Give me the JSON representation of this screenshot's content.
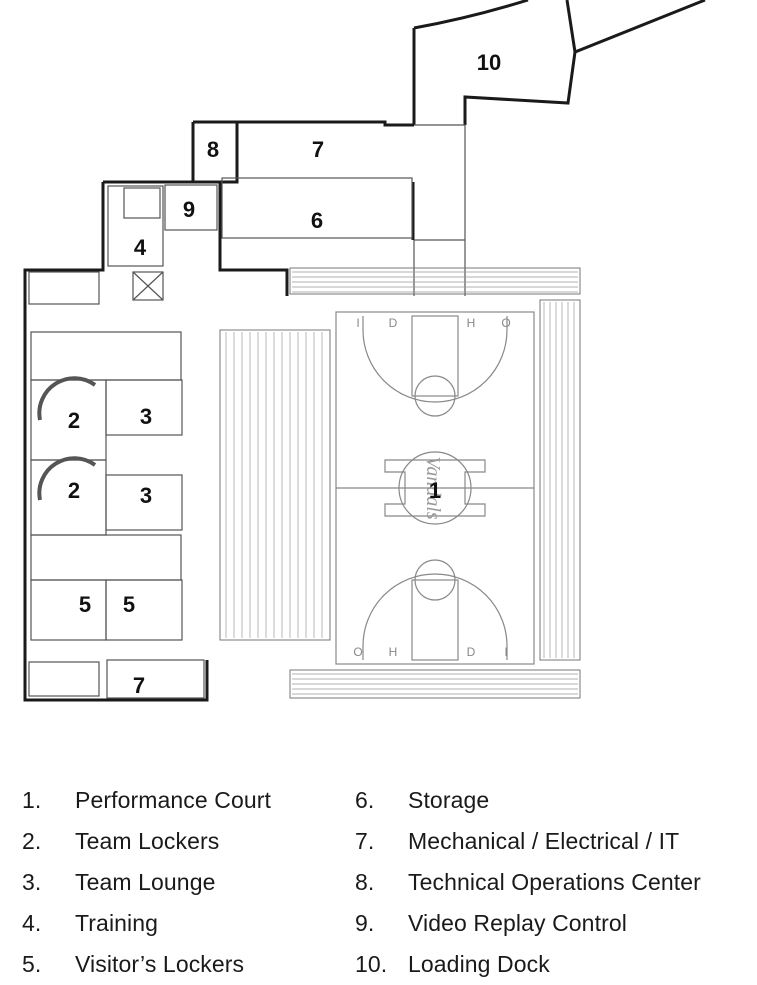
{
  "plan": {
    "room_numbers": [
      "1",
      "2",
      "2",
      "3",
      "3",
      "4",
      "5",
      "5",
      "6",
      "7",
      "7",
      "8",
      "9",
      "10"
    ],
    "court_logo_text": "Vandals",
    "court_end_letters": [
      "I",
      "D",
      "H",
      "O"
    ]
  },
  "legend": {
    "left": [
      {
        "num": "1.",
        "label": "Performance Court"
      },
      {
        "num": "2.",
        "label": "Team Lockers"
      },
      {
        "num": "3.",
        "label": "Team Lounge"
      },
      {
        "num": "4.",
        "label": "Training"
      },
      {
        "num": "5.",
        "label": "Visitor’s Lockers"
      }
    ],
    "right": [
      {
        "num": "6.",
        "label": "Storage"
      },
      {
        "num": "7.",
        "label": "Mechanical / Electrical / IT"
      },
      {
        "num": "8.",
        "label": "Technical Operations Center"
      },
      {
        "num": "9.",
        "label": "Video Replay Control"
      },
      {
        "num": "10.",
        "label": "Loading Dock"
      }
    ]
  },
  "colors": {
    "wall": "#1a1a1a",
    "line": "#666666",
    "court": "#888888"
  }
}
